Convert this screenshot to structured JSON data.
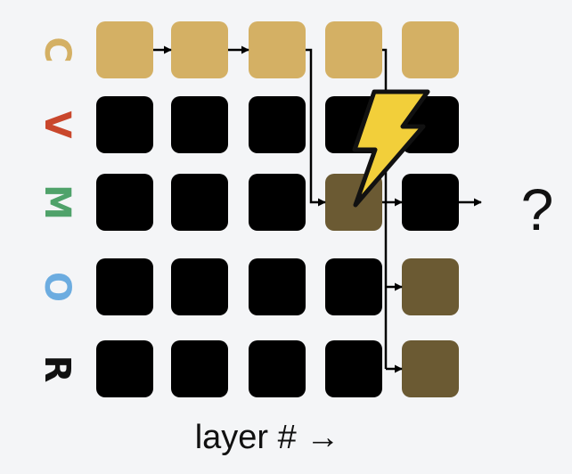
{
  "rows": [
    {
      "label": "C",
      "color": "#d4b064"
    },
    {
      "label": "V",
      "color": "#c9472c"
    },
    {
      "label": "M",
      "color": "#4fa26a"
    },
    {
      "label": "O",
      "color": "#6cace0"
    },
    {
      "label": "R",
      "color": "#111111"
    }
  ],
  "cells": [
    [
      "gold",
      "gold",
      "gold",
      "gold",
      "gold"
    ],
    [
      "black",
      "black",
      "black",
      "black",
      "black"
    ],
    [
      "black",
      "black",
      "black",
      "brown",
      "black"
    ],
    [
      "black",
      "black",
      "black",
      "black",
      "brown"
    ],
    [
      "black",
      "black",
      "black",
      "black",
      "brown"
    ]
  ],
  "colors": {
    "gold": "#d4b064",
    "black": "#000000",
    "brown": "#6b5a33",
    "arrow": "#000000",
    "bolt_fill": "#f2cf3a",
    "bolt_stroke": "#111111"
  },
  "output_label": "?",
  "axis_label": "layer # →",
  "bolt_icon": "lightning-bolt-icon"
}
